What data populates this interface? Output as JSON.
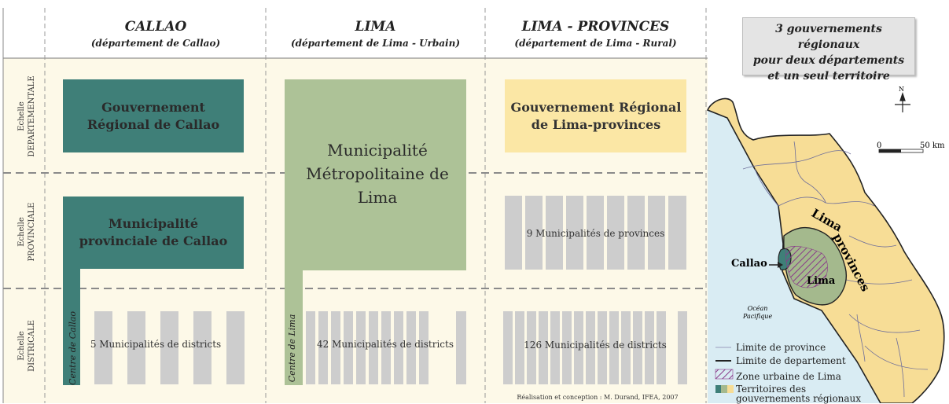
{
  "columns": [
    {
      "title": "CALLAO",
      "subtitle": "(département de Callao)"
    },
    {
      "title": "LIMA",
      "subtitle": "(département de Lima - Urbain)"
    },
    {
      "title": "LIMA - PROVINCES",
      "subtitle": "(département de Lima - Rural)"
    }
  ],
  "rows": [
    {
      "line1": "Echelle",
      "line2": "DEPARTEMENTALE"
    },
    {
      "line1": "Echelle",
      "line2": "PROVINCIALE"
    },
    {
      "line1": "Echelle",
      "line2": "DISTRICALE"
    }
  ],
  "boxes": {
    "callao_regional": "Gouvernement Régional de Callao",
    "callao_provincial": "Municipalité provinciale de Callao",
    "centre_callao": "Centre de Callao",
    "callao_districts": "5 Municipalités de districts",
    "lima_metro": "Municipalité Métropolitaine de Lima",
    "centre_lima": "Centre de Lima",
    "lima_districts": "42 Municipalités de districts",
    "prov_regional": "Gouvernement Régional de Lima-provinces",
    "prov_provinces": "9 Municipalités de provinces",
    "prov_districts": "126 Municipalités de districts"
  },
  "credit": "Réalisation et conception : M. Durand, IFEA, 2007",
  "map": {
    "title_lines": [
      "3 gouvernements régionaux",
      "pour deux départements",
      "et un seul territoire"
    ],
    "north": "N",
    "scale_min": "0",
    "scale_max": "50 km",
    "labels": {
      "lima_provinces_1": "Lima",
      "lima_provinces_2": "provinces",
      "callao": "Callao",
      "lima": "Lima",
      "ocean_1": "Océan",
      "ocean_2": "Pacifique"
    },
    "legend": [
      {
        "label": "Limite de province"
      },
      {
        "label": "Limite de departement"
      },
      {
        "label": "Zone urbaine de Lima"
      },
      {
        "label": "Territoires des"
      },
      {
        "label": "gouvernements régionaux"
      }
    ]
  },
  "colors": {
    "background": "#fdf9e8",
    "callao": "#3f7f78",
    "lima": "#adc297",
    "provinces": "#fbe7a5",
    "district": "#cdcdcd",
    "map_land": "#f7dd96",
    "ocean": "#d9ecf3"
  }
}
